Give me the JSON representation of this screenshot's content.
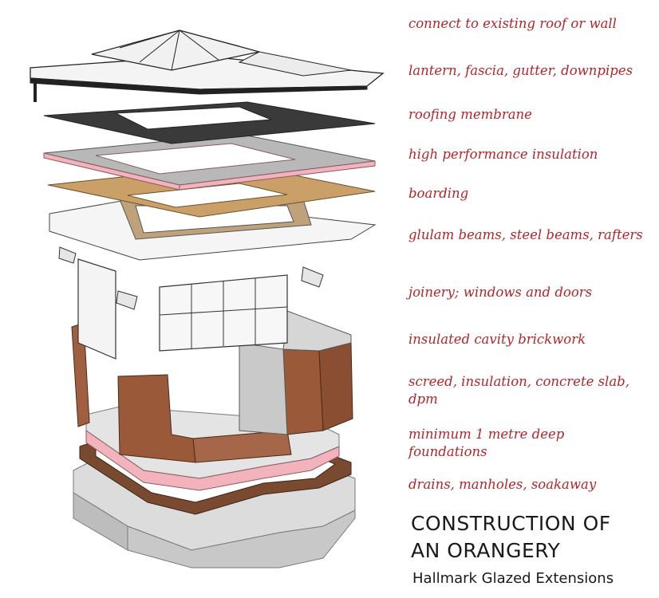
{
  "labels": [
    "connect to existing roof or wall",
    "lantern, fascia, gutter, downpipes",
    "roofing membrane",
    "high performance insulation",
    "boarding",
    "glulam beams, steel beams, rafters",
    "joinery; windows and doors",
    "insulated cavity brickwork",
    "screed, insulation, concrete slab, dpm",
    "minimum 1 metre deep foundations",
    "drains, manholes, soakaway"
  ],
  "title_line1": "CONSTRUCTION OF",
  "title_line2": "AN ORANGERY",
  "subtitle": "Hallmark Glazed Extensions",
  "colors": {
    "label_text": "#b3262b",
    "brick": "#9a5a3a",
    "membrane": "#3a3a3a",
    "insulation": "#f2b3bd",
    "boarding": "#caa068",
    "concrete": "#d9d9d9"
  }
}
